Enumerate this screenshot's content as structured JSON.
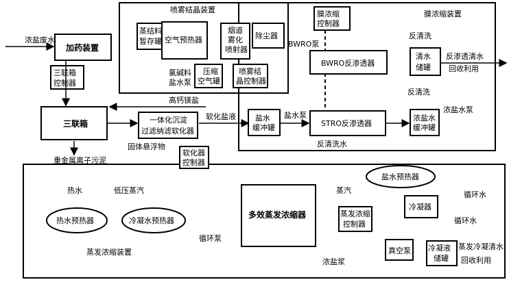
{
  "labels": {
    "spray_group": "喷雾结晶装置",
    "membrane_group": "膜浓缩装置",
    "evap_group": "蒸发浓缩装置",
    "salt_wastewater": "浓盐废水",
    "dosing": "加药装置",
    "triple_ctrl_1": "三联箱",
    "triple_ctrl_2": "控制器",
    "triple_box": "三联箱",
    "heavy_metal": "重金属离子污泥",
    "integrated_1": "一体化沉淀",
    "integrated_2": "过滤纳滤软化器",
    "solid_suspended": "固体悬浮物",
    "softener_ctrl_1": "软化器",
    "softener_ctrl_2": "控制器",
    "high_ca_salt": "高钙镁盐",
    "softened_brine": "软化盐液",
    "crystal_tank_1": "蒸结料",
    "crystal_tank_2": "暂存罐",
    "air_preheater": "空气预热器",
    "smoke_1": "烟道",
    "smoke_2": "雾化",
    "smoke_3": "喷射器",
    "dust_collector": "除尘器",
    "cond_pump_1": "氯碱料",
    "cond_pump_2": "盐水泵",
    "comp_air_1": "压缩",
    "comp_air_2": "空气罐",
    "spray_ctrl_1": "喷雾结",
    "spray_ctrl_2": "晶控制器",
    "membrane_ctrl_1": "膜浓缩",
    "membrane_ctrl_2": "控制器",
    "bwro_pump": "BWRO泵",
    "bwro_unit": "BWRO反渗透器",
    "backwash": "反清洗",
    "clean_water_1": "清水",
    "clean_water_2": "储罐",
    "permeate_water": "反渗透清水",
    "recycle": "回收利用",
    "backwash2": "反清洗",
    "brine_buffer_1": "盐水",
    "brine_buffer_2": "缓冲罐",
    "brine_pump": "盐水泵",
    "stro_unit": "STRO反渗透器",
    "conc_brine_pump": "浓盐水泵",
    "conc_buffer_1": "浓盐水",
    "conc_buffer_2": "缓冲罐",
    "backwash_water": "反清洗水",
    "brine_preheater": "盐水预热器",
    "hot_water": "热水",
    "low_steam": "低压蒸汽",
    "hot_preheater": "热水预热器",
    "cond_preheater": "冷凝水预热器",
    "multi_evap": "多效蒸发浓缩器",
    "steam": "蒸汽",
    "evap_ctrl_1": "蒸发浓缩",
    "evap_ctrl_2": "控制器",
    "circ_water": "循环水",
    "condenser": "冷凝器",
    "circ_water2": "循环水",
    "circ_pump": "循环泵",
    "vacuum_pump": "真空泵",
    "cond_tank_1": "冷凝液",
    "cond_tank_2": "储罐",
    "evap_clean": "蒸发冷凝清水",
    "recycle2": "回收利用",
    "conc_slurry": "浓盐浆"
  }
}
